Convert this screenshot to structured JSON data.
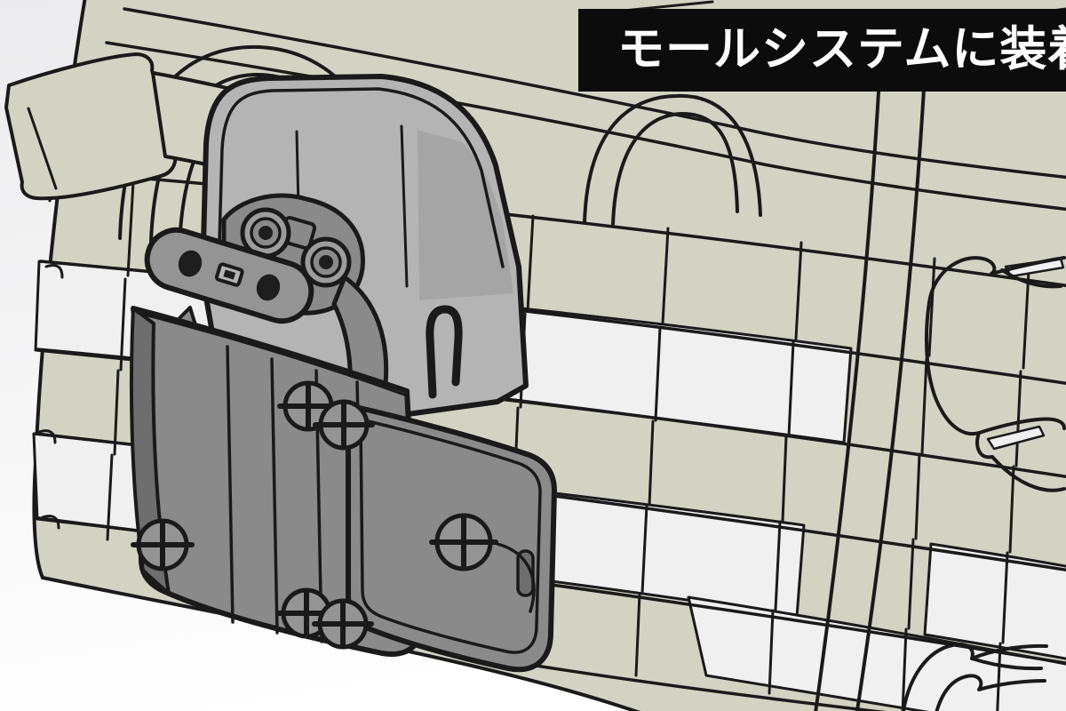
{
  "banner": {
    "text": "モールシステムに装着"
  },
  "illustration": {
    "type": "instructional-line-art",
    "subject": "holster-magazine-pouch-adapter-mounted-on-molle-webbing-panel",
    "parts": [
      "molle-panel",
      "webbing-rows",
      "white-mounting-straps",
      "webbing-loops",
      "side-release-buckle",
      "adapter-backing-plate",
      "retention-hook",
      "fork-bracket",
      "rivets",
      "oval-mounting-plate",
      "magazine-pouch",
      "phillips-screws"
    ]
  },
  "colors": {
    "outline": "#1a1a1a",
    "panel": "#d3d3c4",
    "strap": "#f0f0f1",
    "plate": "#b4b4b4",
    "plateShade": "#a5a5a5",
    "oval": "#949494",
    "hw": "#8a8a8a",
    "hwDark": "#6e6e6e",
    "ring": "#9d9d9d",
    "holeDark": "#1e1e1e",
    "bgTop": "#ebebed",
    "bgBottom": "#ffffff",
    "bannerBg": "#0c0c0c",
    "bannerText": "#ffffff"
  }
}
